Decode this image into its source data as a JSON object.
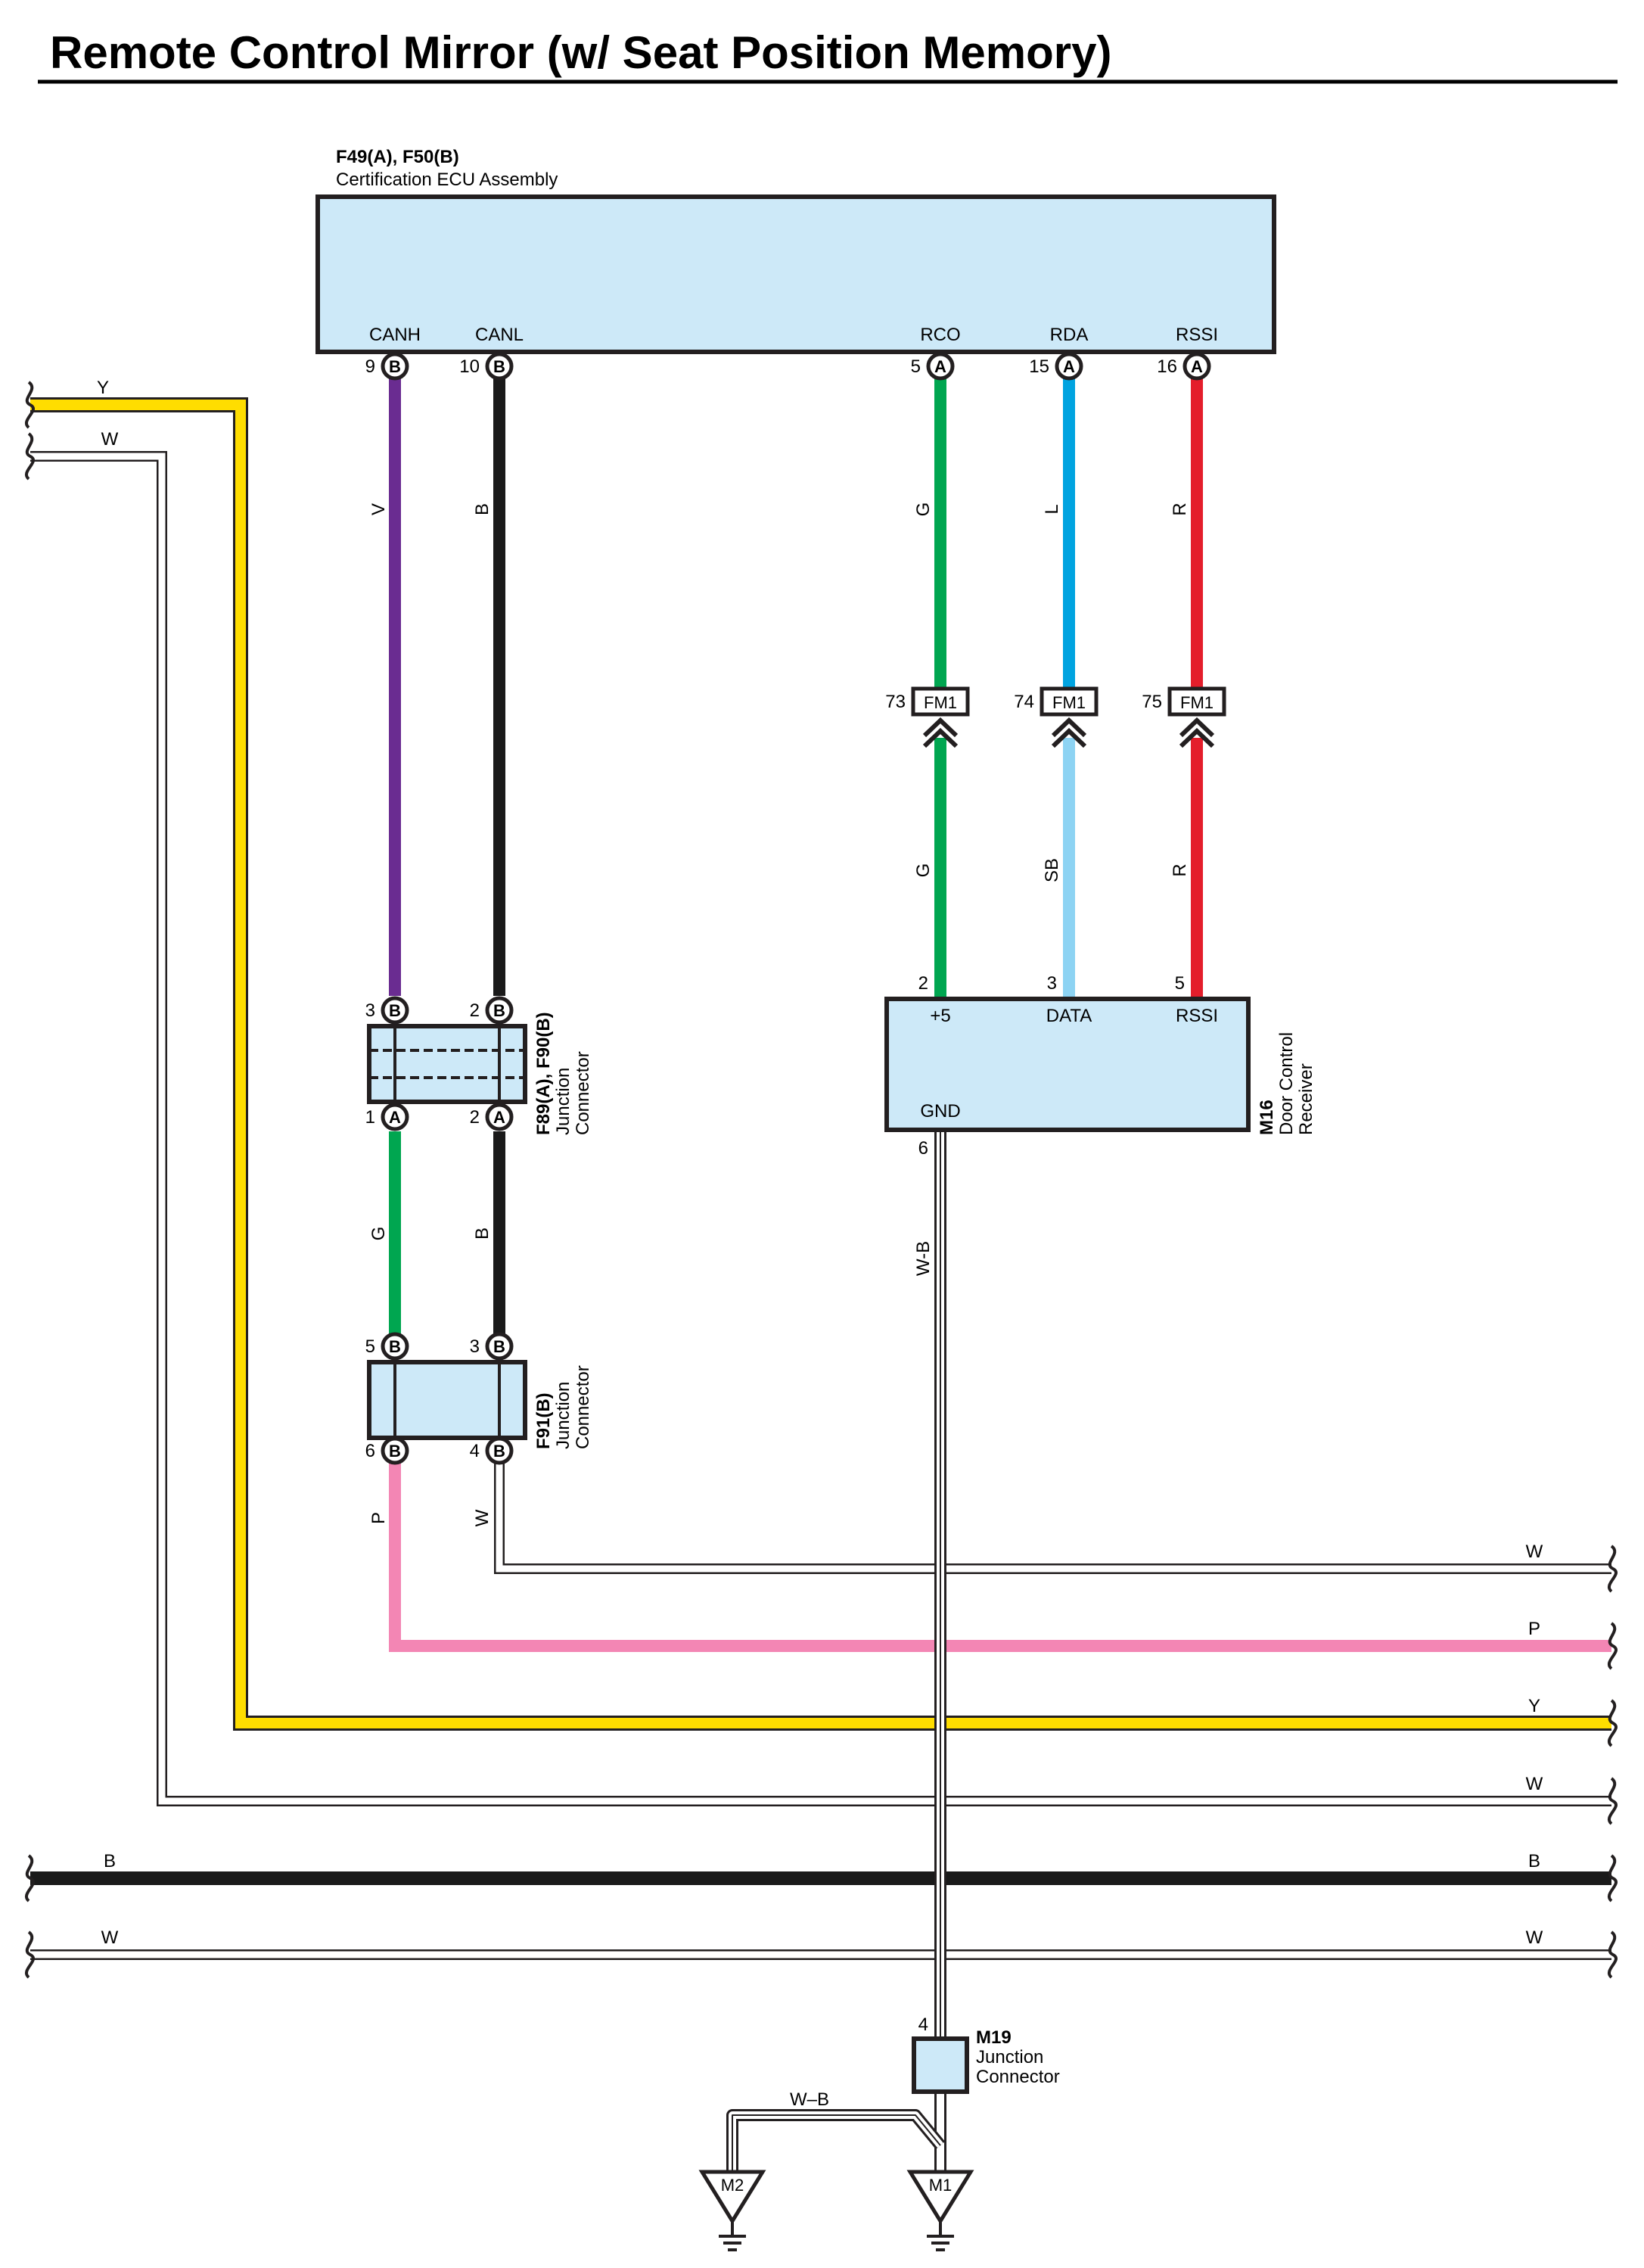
{
  "title": "Remote Control Mirror (w/ Seat Position Memory)",
  "colors": {
    "V": "#6a2c91",
    "B": "#1a1a1a",
    "G": "#00a650",
    "L": "#00a3e0",
    "R": "#e41e2b",
    "SB": "#8dd3f3",
    "P": "#f386b4",
    "Y": "#ffdd00",
    "W": "#ffffff",
    "W-B": "#ffffff",
    "component_fill": "#cde9f8",
    "outline": "#231f20"
  },
  "ecu": {
    "code": "F49(A), F50(B)",
    "name": "Certification ECU Assembly",
    "pins": [
      {
        "label": "CANH",
        "num": "9",
        "conn": "B"
      },
      {
        "label": "CANL",
        "num": "10",
        "conn": "B"
      },
      {
        "label": "RCO",
        "num": "5",
        "conn": "A"
      },
      {
        "label": "RDA",
        "num": "15",
        "conn": "A"
      },
      {
        "label": "RSSI",
        "num": "16",
        "conn": "A"
      }
    ]
  },
  "wires": [
    {
      "color": "V"
    },
    {
      "color": "B"
    },
    {
      "color": "G"
    },
    {
      "color": "L"
    },
    {
      "color": "R"
    },
    {
      "color": "G"
    },
    {
      "color": "SB"
    },
    {
      "color": "R"
    },
    {
      "color": "G"
    },
    {
      "color": "B"
    },
    {
      "color": "P"
    },
    {
      "color": "W"
    },
    {
      "color": "W-B"
    }
  ],
  "fm1": [
    {
      "num": "73",
      "label": "FM1"
    },
    {
      "num": "74",
      "label": "FM1"
    },
    {
      "num": "75",
      "label": "FM1"
    }
  ],
  "receiver": {
    "code": "M16",
    "name": [
      "Door Control",
      "Receiver"
    ],
    "pins": [
      {
        "label": "+5",
        "num": "2"
      },
      {
        "label": "DATA",
        "num": "3"
      },
      {
        "label": "RSSI",
        "num": "5"
      },
      {
        "label": "GND",
        "num": "6"
      }
    ]
  },
  "f89": {
    "code": "F89(A), F90(B)",
    "name": [
      "Junction",
      "Connector"
    ],
    "pins": [
      {
        "num": "3",
        "conn": "B"
      },
      {
        "num": "2",
        "conn": "B"
      },
      {
        "num": "1",
        "conn": "A"
      },
      {
        "num": "2",
        "conn": "A"
      }
    ]
  },
  "f91": {
    "code": "F91(B)",
    "name": [
      "Junction",
      "Connector"
    ],
    "pins": [
      {
        "num": "5",
        "conn": "B"
      },
      {
        "num": "3",
        "conn": "B"
      },
      {
        "num": "6",
        "conn": "B"
      },
      {
        "num": "4",
        "conn": "B"
      }
    ]
  },
  "m19": {
    "code": "M19",
    "name": [
      "Junction",
      "Connector"
    ],
    "pin": "4",
    "ground_wire": "W–B"
  },
  "grounds": [
    "M2",
    "M1"
  ],
  "buses": [
    {
      "color": "Y",
      "left": "Y",
      "right": "Y"
    },
    {
      "color": "W",
      "left": "W",
      "right": "W"
    },
    {
      "color": "W",
      "right": "W"
    },
    {
      "color": "P",
      "right": "P"
    },
    {
      "color": "B",
      "left": "B",
      "right": "B"
    },
    {
      "color": "W",
      "left": "W",
      "right": "W"
    }
  ]
}
